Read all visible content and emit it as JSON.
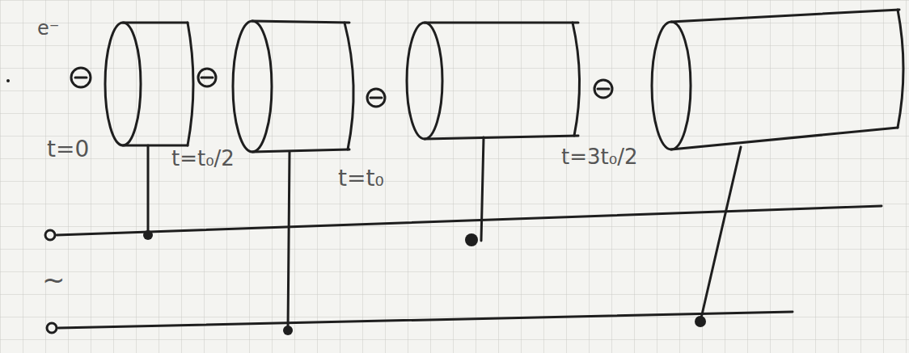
{
  "diagram": {
    "labels": [
      "e⁻",
      "t=0",
      "t=t₀/2",
      "t=t₀",
      "t=3t₀/2",
      "~"
    ]
  }
}
